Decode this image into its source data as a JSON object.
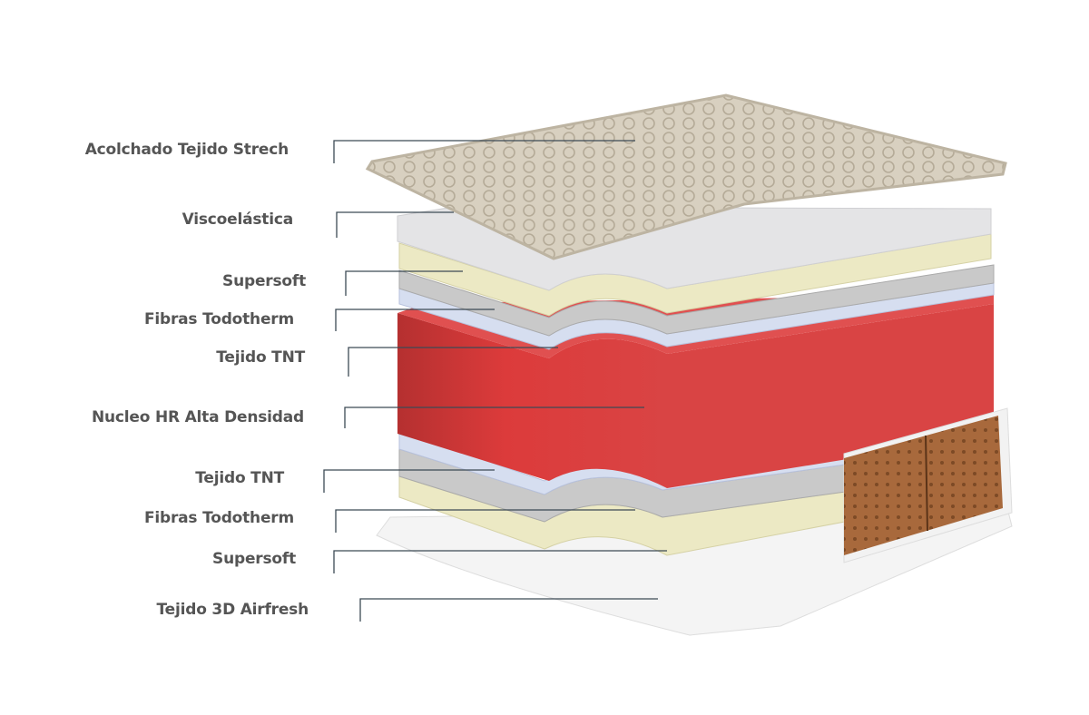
{
  "layers": [
    {
      "label": "Acolchado Tejido Strech"
    },
    {
      "label": "Viscoelástica"
    },
    {
      "label": "Supersoft"
    },
    {
      "label": "Fibras Todotherm"
    },
    {
      "label": "Tejido TNT"
    },
    {
      "label": "Nucleo HR Alta Densidad"
    },
    {
      "label": "Tejido TNT"
    },
    {
      "label": "Fibras Todotherm"
    },
    {
      "label": "Supersoft"
    },
    {
      "label": "Tejido 3D Airfresh"
    }
  ],
  "colors": {
    "core_red": "#d94040",
    "supersoft": "#ece9c4",
    "visco": "#e4e4e6",
    "fibras": "#c9c9c9",
    "tnt": "#d6def0",
    "quilt": "#d9d2c4",
    "spring_side": "#a8693c",
    "label_text": "#555555",
    "leader_line": "#3c4a55"
  }
}
